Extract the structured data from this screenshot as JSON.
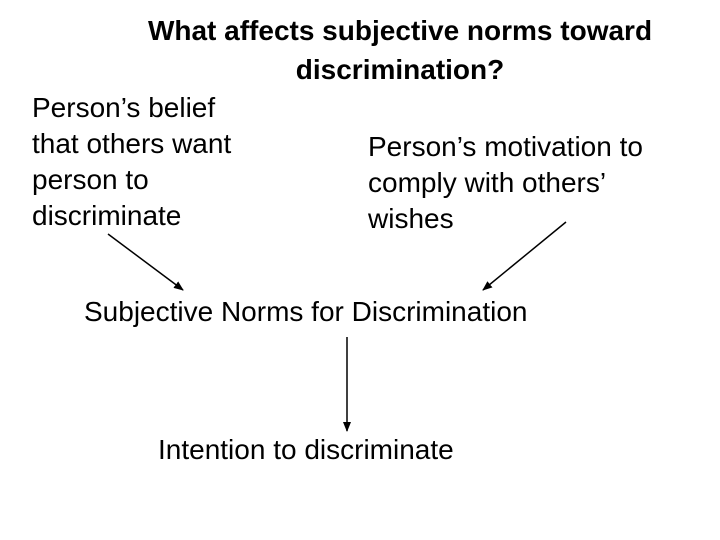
{
  "title": {
    "line1": "What affects subjective norms toward",
    "line2": "discrimination?"
  },
  "belief": {
    "lines": [
      "Person’s belief",
      "that others want",
      "person to",
      "discriminate"
    ]
  },
  "motivation": {
    "lines": [
      "Person’s motivation to",
      "comply with others’",
      "wishes"
    ]
  },
  "subjective_norms": "Subjective Norms for Discrimination",
  "intention": "Intention to discriminate",
  "colors": {
    "text": "#000000",
    "arrow": "#000000",
    "background": "#ffffff"
  }
}
